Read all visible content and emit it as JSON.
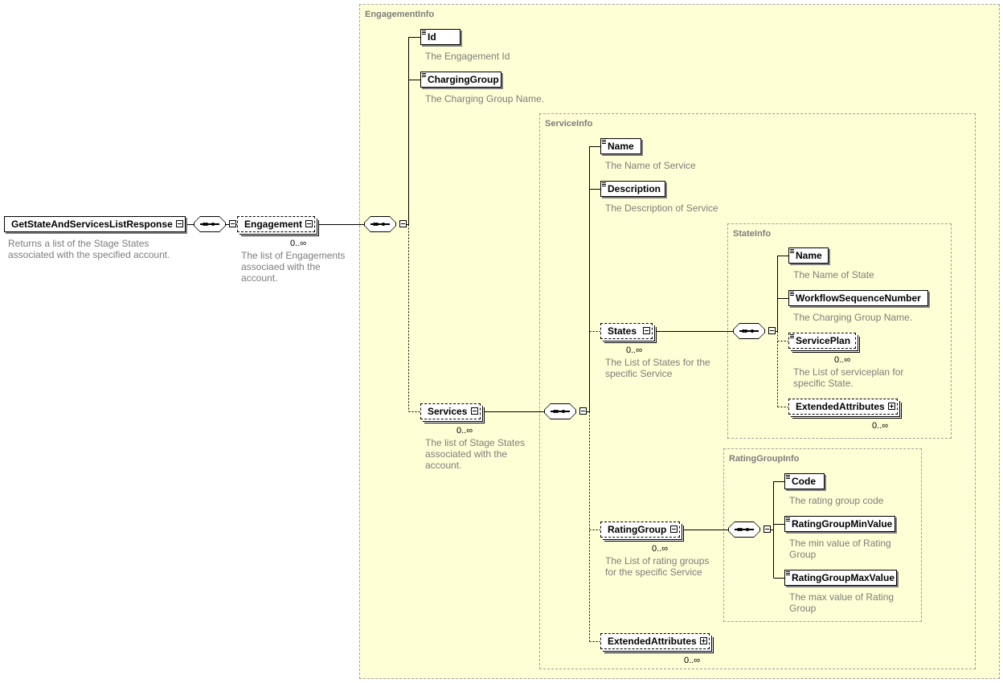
{
  "root": {
    "name": "GetStateAndServicesListResponse",
    "description": "Returns a list of the Stage States\nassociated with the specified account."
  },
  "engagement": {
    "name": "Engagement",
    "occurrence": "0..∞",
    "description": "The list of Engagements\nassociaed with the\naccount."
  },
  "engagement_info": {
    "title": "EngagementInfo",
    "id": {
      "name": "Id",
      "description": "The Engagement Id"
    },
    "charging_group": {
      "name": "ChargingGroup",
      "description": "The Charging Group Name."
    },
    "services": {
      "name": "Services",
      "occurrence": "0..∞",
      "description": "The list of Stage States\nassociated with the\naccount."
    }
  },
  "service_info": {
    "title": "ServiceInfo",
    "name": {
      "name": "Name",
      "description": "The Name of Service"
    },
    "description_el": {
      "name": "Description",
      "description": "The Description of Service"
    },
    "states": {
      "name": "States",
      "occurrence": "0..∞",
      "description": "The List of States for the\nspecific Service"
    },
    "rating_group": {
      "name": "RatingGroup",
      "occurrence": "0..∞",
      "description": "The List of rating groups\nfor the specific Service"
    },
    "extended_attributes": {
      "name": "ExtendedAttributes",
      "occurrence": "0..∞"
    }
  },
  "state_info": {
    "title": "StateInfo",
    "name": {
      "name": "Name",
      "description": "The Name of State"
    },
    "workflow": {
      "name": "WorkflowSequenceNumber",
      "description": "The Charging Group Name."
    },
    "service_plan": {
      "name": "ServicePlan",
      "occurrence": "0..∞",
      "description": "The List of serviceplan for\nspecific State."
    },
    "extended_attributes": {
      "name": "ExtendedAttributes",
      "occurrence": "0..∞"
    }
  },
  "rating_group_info": {
    "title": "RatingGroupInfo",
    "code": {
      "name": "Code",
      "description": "The rating group code"
    },
    "min": {
      "name": "RatingGroupMinValue",
      "description": "The min value of Rating\nGroup"
    },
    "max": {
      "name": "RatingGroupMaxValue",
      "description": "The max value of Rating\nGroup"
    }
  }
}
